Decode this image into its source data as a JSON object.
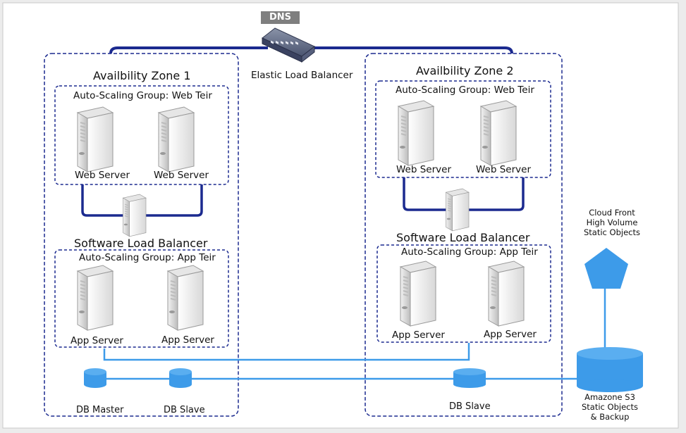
{
  "dns_label": "DNS",
  "elb_label": "Elastic Load Balancer",
  "zone1": {
    "title": "Availbility Zone 1",
    "web_group_title": "Auto-Scaling Group: Web Teir",
    "web_servers": [
      "Web Server",
      "Web Server"
    ],
    "slb_title": "Software Load Balancer",
    "app_group_title": "Auto-Scaling Group: App Teir",
    "app_servers": [
      "App Server",
      "App Server"
    ],
    "db_master": "DB Master",
    "db_slave": "DB Slave"
  },
  "zone2": {
    "title": "Availbility Zone 2",
    "web_group_title": "Auto-Scaling Group: Web Teir",
    "web_servers": [
      "Web Server",
      "Web Server"
    ],
    "slb_title": "Software Load Balancer",
    "app_group_title": "Auto-Scaling Group: App Teir",
    "app_servers": [
      "App Server",
      "App Server"
    ],
    "db_slave": "DB Slave"
  },
  "cloudfront": {
    "line1": "Cloud Front",
    "line2": "High Volume",
    "line3": "Static Objects"
  },
  "s3": {
    "line1": "Amazone S3",
    "line2": "Static Objects",
    "line3": "& Backup"
  },
  "colors": {
    "navy": "#1b2a8f",
    "light_blue": "#3d9be9",
    "db_fill": "#3d9be9",
    "dashed_border": "#1b2a8f"
  }
}
